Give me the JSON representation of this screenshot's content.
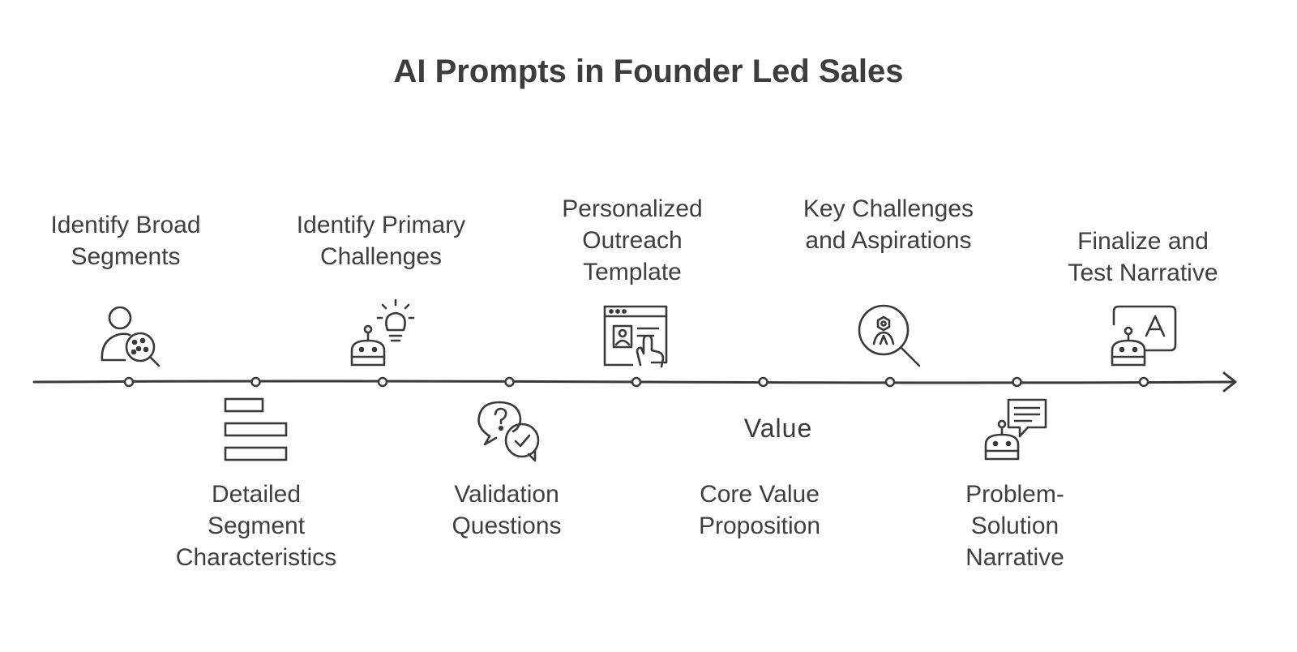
{
  "title": "AI Prompts in Founder Led Sales",
  "timeline": {
    "steps": [
      {
        "label": "Identify Broad\nSegments",
        "position": "above",
        "icon": "user-search-icon"
      },
      {
        "label": "Detailed\nSegment\nCharacteristics",
        "position": "below",
        "icon": "stacked-bars-icon"
      },
      {
        "label": "Identify Primary\nChallenges",
        "position": "above",
        "icon": "robot-lightbulb-icon"
      },
      {
        "label": "Validation\nQuestions",
        "position": "below",
        "icon": "chat-question-check-icon"
      },
      {
        "label": "Personalized\nOutreach\nTemplate",
        "position": "above",
        "icon": "browser-profile-click-icon"
      },
      {
        "label": "Core Value\nProposition",
        "position": "below",
        "icon": "value-text-icon",
        "icon_text": "Value"
      },
      {
        "label": "Key Challenges\nand Aspirations",
        "position": "above",
        "icon": "magnifier-gear-icon"
      },
      {
        "label": "Problem-\nSolution\nNarrative",
        "position": "below",
        "icon": "robot-chat-icon"
      },
      {
        "label": "Finalize and\nTest Narrative",
        "position": "above",
        "icon": "robot-text-icon"
      }
    ]
  },
  "colors": {
    "stroke": "#3a3a3a",
    "text": "#3f3f3f",
    "background": "#ffffff"
  }
}
